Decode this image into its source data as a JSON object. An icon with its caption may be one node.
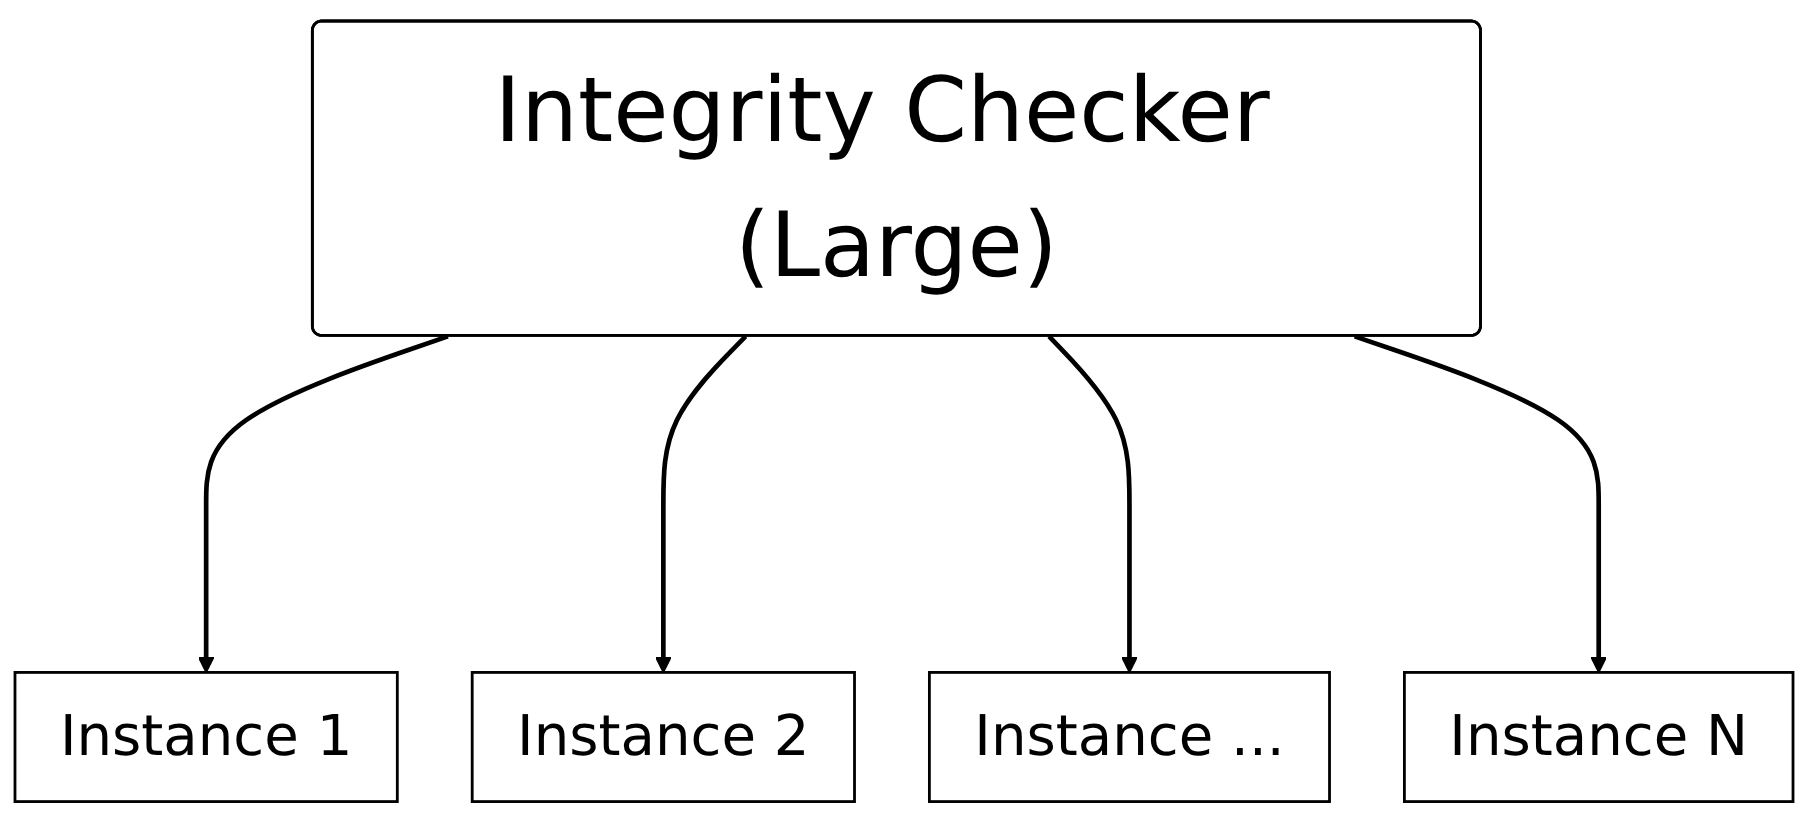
{
  "diagram": {
    "nodes": [
      {
        "text": [
          "Integrity Checker (Large)"
        ]
      },
      {
        "text": [
          "Instance 1"
        ]
      },
      {
        "text": [
          "Instance 2"
        ]
      },
      {
        "text": [
          "Instance ..."
        ]
      },
      {
        "text": [
          "Instance N"
        ]
      }
    ],
    "edges": [
      {
        "from": 0,
        "to": 1,
        "arrow": "to"
      },
      {
        "from": 0,
        "to": 2,
        "arrow": "to"
      },
      {
        "from": 0,
        "to": 3,
        "arrow": "to"
      },
      {
        "from": 0,
        "to": 4,
        "arrow": "to"
      }
    ]
  }
}
